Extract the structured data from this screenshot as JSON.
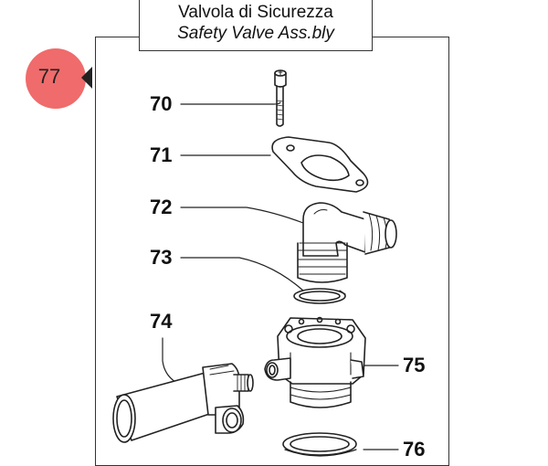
{
  "title": {
    "italian": "Valvola di Sicurezza",
    "english": "Safety Valve Ass.bly"
  },
  "reference_badge": {
    "label": "77",
    "color": "#f06b6b"
  },
  "part_numbers": {
    "p70": "70",
    "p71": "71",
    "p72": "72",
    "p73": "73",
    "p74": "74",
    "p75": "75",
    "p76": "76"
  }
}
